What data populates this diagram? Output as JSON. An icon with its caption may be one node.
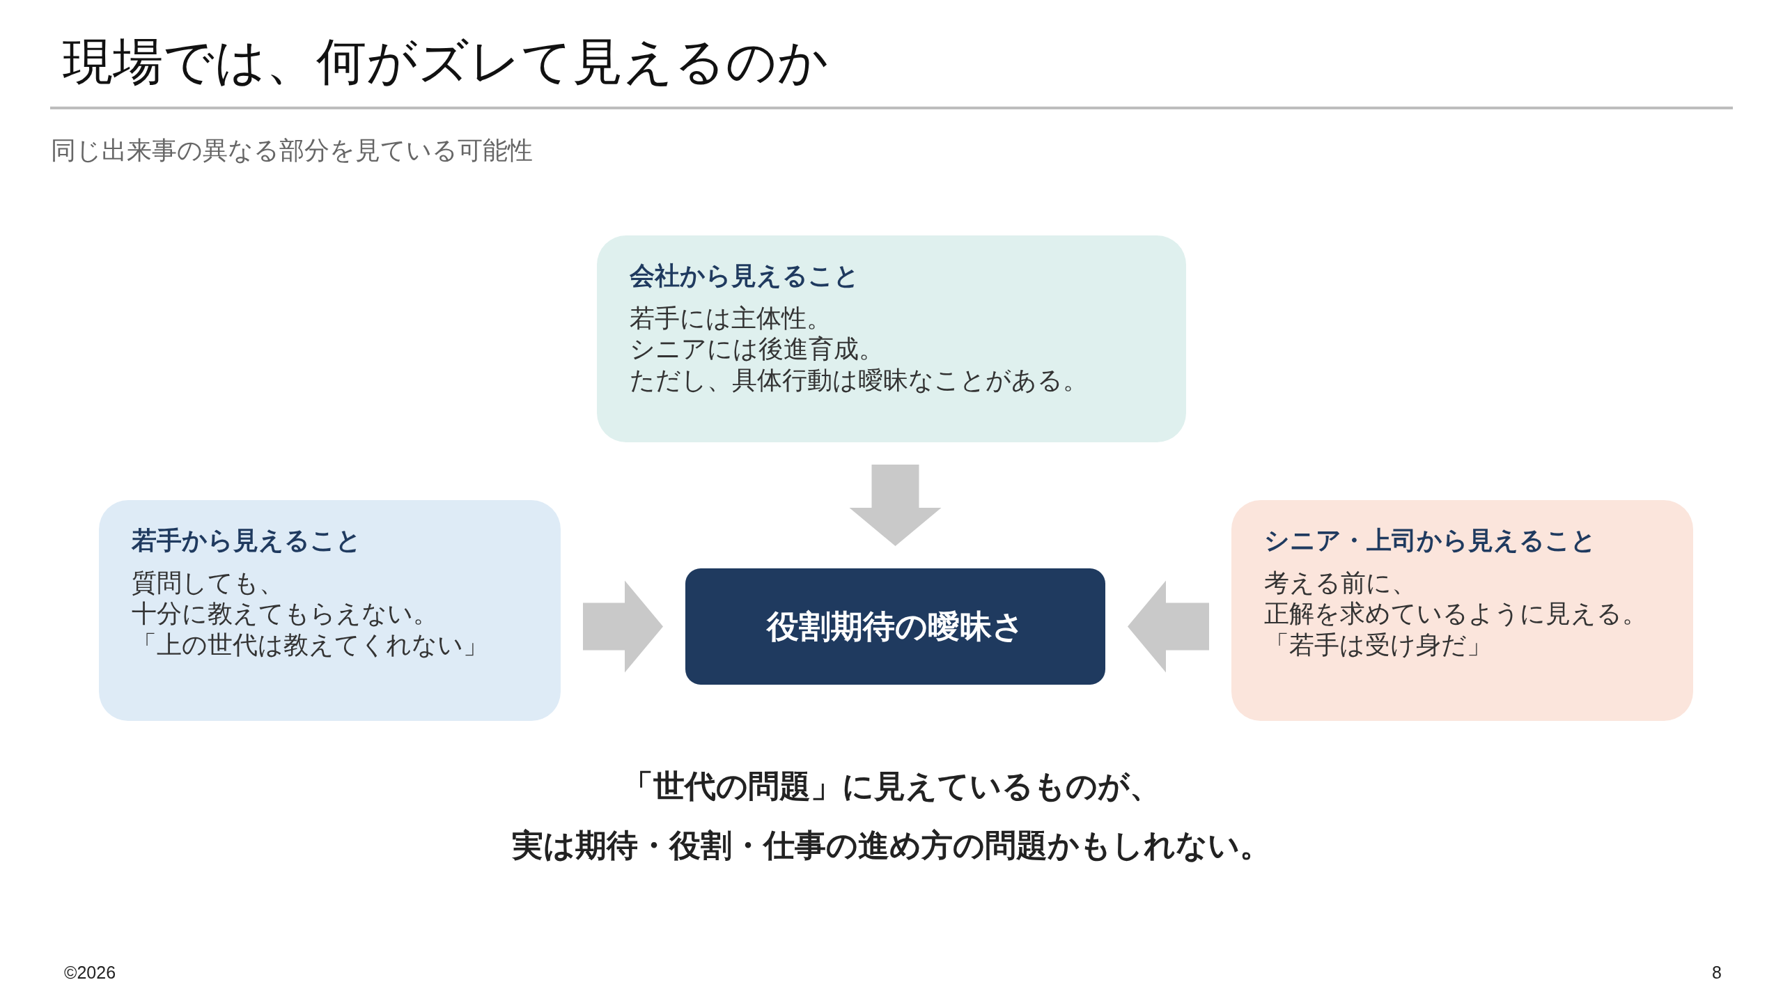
{
  "diagram": {
    "title": "現場では、何がズレて見えるのか",
    "caption": "同じ出来事の異なる部分を見ている可能性",
    "nodes": [
      {
        "text": [
          "会社から見えること",
          "若手には主体性。",
          "シニアには後進育成。",
          "ただし、具体行動は曖昧なことがある。"
        ]
      },
      {
        "text": [
          "若手から見えること",
          "質問しても、",
          "十分に教えてもらえない。",
          "「上の世代は教えてくれない」"
        ]
      },
      {
        "text": [
          "役割期待の曖昧さ"
        ]
      },
      {
        "text": [
          "シニア・上司から見えること",
          "考える前に、",
          "正解を求めているように見える。",
          "「若手は受け身だ」"
        ]
      }
    ],
    "edges": [
      {
        "from": 0,
        "to": 2,
        "arrow": "to"
      },
      {
        "from": 1,
        "to": 2,
        "arrow": "to"
      },
      {
        "from": 3,
        "to": 2,
        "arrow": "to"
      }
    ],
    "labels": [
      "「世代の問題」に見えているものが、",
      "実は期待・役割・仕事の進め方の問題かもしれない。",
      "©2026",
      "8"
    ]
  }
}
